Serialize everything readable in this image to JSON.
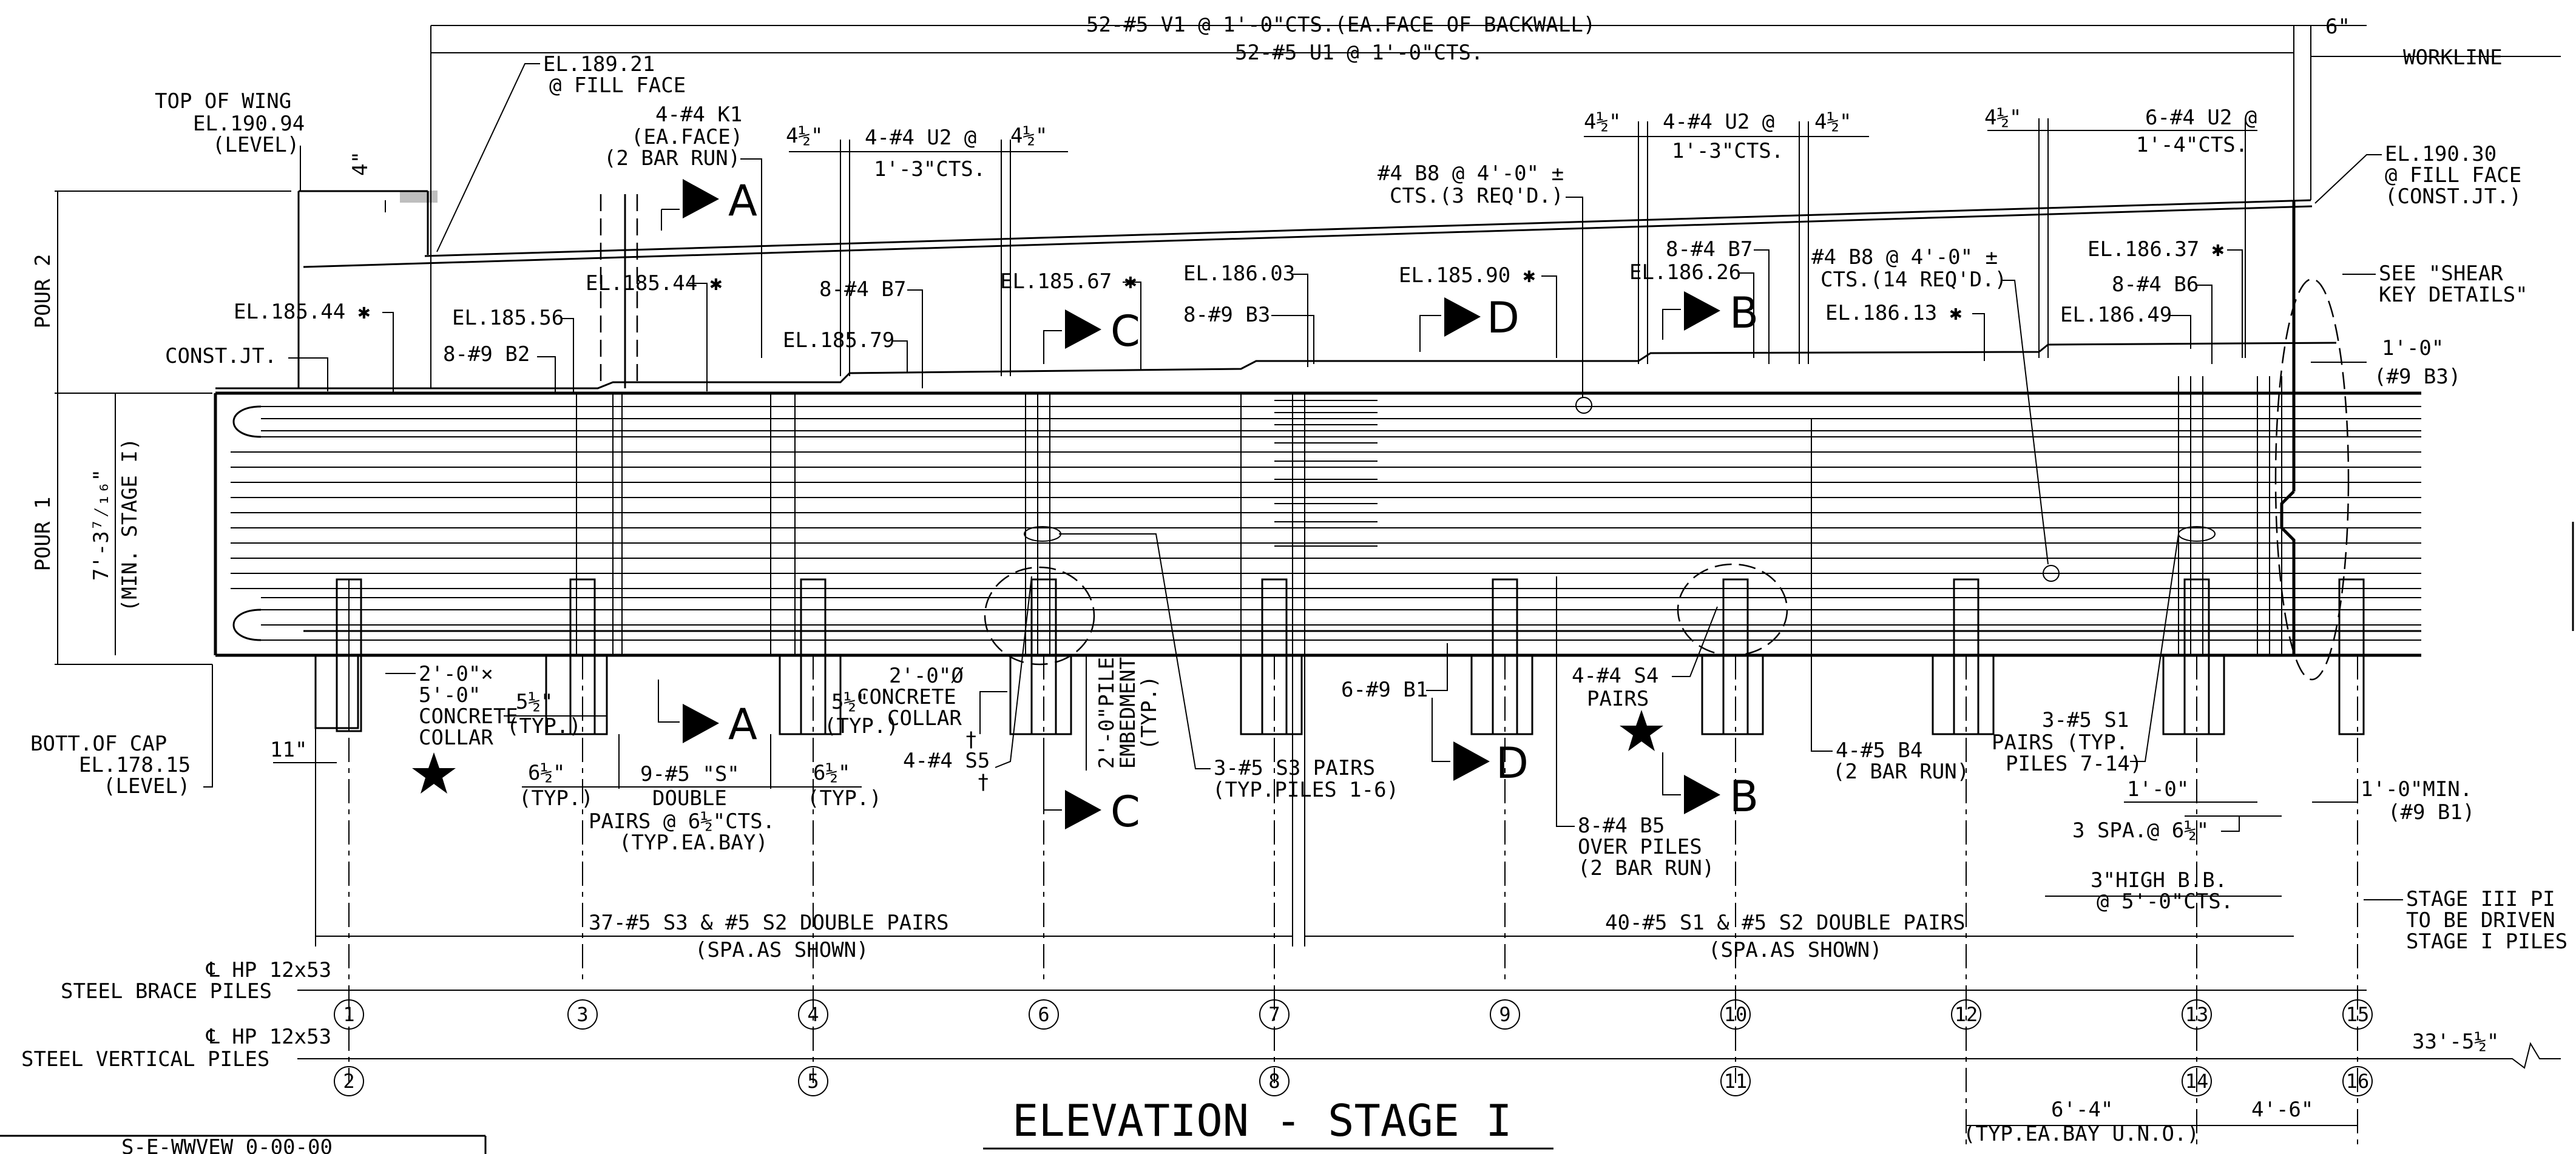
{
  "drawing": {
    "title": "ELEVATION - STAGE I",
    "pour_labels": {
      "pour2": "POUR 2",
      "pour1": "POUR 1"
    },
    "stage_dim": {
      "value": "7'-3⁷⁄₁₆\"",
      "note": "(MIN. STAGE I)"
    },
    "top_bars": {
      "v1": "52-#5 V1 @ 1'-0\"CTS.(EA.FACE OF BACKWALL)",
      "u1": "52-#5 U1 @ 1'-0\"CTS.",
      "six_in": "6\"",
      "workline": "WORKLINE"
    },
    "labels": {
      "top_wing": [
        "TOP OF WING",
        "EL.190.94",
        "(LEVEL)"
      ],
      "el18921": [
        "EL.189.21",
        "@ FILL FACE"
      ],
      "k1": [
        "4-#4 K1",
        "(EA.FACE)",
        "(2 BAR RUN)"
      ],
      "el18544_left": "EL.185.44 ✱",
      "el18556": "EL.185.56",
      "b2": "8-#9 B2",
      "const_jt": "CONST.JT.",
      "el18544_mid": "EL.185.44 ✱",
      "b7_left": "8-#4 B7",
      "el18579": "EL.185.79",
      "el18567": "EL.185.67 ✱",
      "u2_left": [
        "4-#4 U2 @",
        "1'-3\"CTS."
      ],
      "u2_left_half_a": "4½\"",
      "u2_left_half_b": "4½\"",
      "el18603": "EL.186.03",
      "b3": "8-#9 B3",
      "b8_a": [
        "#4 B8 @ 4'-0\" ±",
        "CTS.(3 REQ'D.)"
      ],
      "el18590": "EL.185.90 ✱",
      "u2_mid": [
        "4-#4 U2 @",
        "1'-3\"CTS."
      ],
      "u2_mid_half_a": "4½\"",
      "u2_mid_half_b": "4½\"",
      "b7_right": "8-#4 B7",
      "el18626": "EL.186.26",
      "b8_b": [
        "#4 B8 @ 4'-0\" ±",
        "CTS.(14 REQ'D.)"
      ],
      "el18613": "EL.186.13 ✱",
      "u2_right": [
        "6-#4 U2 @",
        "1'-4\"CTS."
      ],
      "u2_right_half": "4½\"",
      "el18637": "EL.186.37 ✱",
      "b6": "8-#4 B6",
      "el18649": "EL.186.49",
      "el19030": [
        "EL.190.30",
        "@ FILL FACE",
        "(CONST.JT.)"
      ],
      "shear_key": [
        "SEE \"SHEAR",
        "KEY DETAILS\""
      ],
      "one_ft": "1'-0\"",
      "b3_note": "(#9 B3)",
      "collar_rect": [
        "2'-0\"×",
        "5'-0\"",
        "CONCRETE",
        "COLLAR"
      ],
      "bott_cap": [
        "BOTT.OF CAP",
        "EL.178.15",
        "(LEVEL)"
      ],
      "eleven": "11\"",
      "five_half_a": "5½\"",
      "five_half_a_typ": "(TYP.)",
      "six_half_a": "6½\"",
      "six_half_a_typ": "(TYP.)",
      "s_double": [
        "9-#5 \"S\"",
        "DOUBLE"
      ],
      "pairs_note": [
        "PAIRS @ 6½\"CTS.",
        "(TYP.EA.BAY)"
      ],
      "five_half_b": "5½\"",
      "five_half_b_typ": "(TYP.)",
      "six_half_b": "6½\"",
      "six_half_b_typ": "(TYP.)",
      "collar_round": [
        "2'-0\"Ø",
        "CONCRETE",
        "COLLAR"
      ],
      "collar_dagger": "†",
      "s5": "4-#4 S5",
      "s5_dagger": "†",
      "embed": [
        "2'-0\"PILE",
        "EMBEDMENT",
        "(TYP.)"
      ],
      "s3_pairs": [
        "3-#5 S3 PAIRS",
        "(TYP.PILES 1-6)"
      ],
      "b1": "6-#9 B1",
      "b5": [
        "8-#4 B5",
        "OVER PILES",
        "(2 BAR RUN)"
      ],
      "s4": [
        "4-#4 S4",
        "PAIRS"
      ],
      "b4": [
        "4-#5 B4",
        "(2 BAR RUN)"
      ],
      "s1": [
        "3-#5 S1",
        "PAIRS (TYP.",
        "PILES 7-14)"
      ],
      "one_ft_b": "1'-0\"",
      "three_spa": "3 SPA.@ 6½\"",
      "one_ft_min": [
        "1'-0\"MIN.",
        "(#9 B1)"
      ],
      "bb": [
        "3\"HIGH B.B.",
        "@ 5'-0\"CTS."
      ],
      "s3_s2_left": "37-#5 S3 & #5 S2 DOUBLE PAIRS",
      "spa_left": "(SPA.AS SHOWN)",
      "s1_s2_right": "40-#5 S1 & #5 S2 DOUBLE PAIRS",
      "spa_right": "(SPA.AS SHOWN)",
      "stage3": [
        "STAGE III PI",
        "TO BE DRIVEN",
        "STAGE I PILES"
      ],
      "brace_piles": [
        "℄ HP 12x53",
        "STEEL BRACE PILES"
      ],
      "vertical_piles": [
        "℄ HP 12x53",
        "STEEL VERTICAL PILES"
      ],
      "dim_6_4": "6'-4\"",
      "dim_6_4_note": "(TYP.EA.BAY U.N.O.)",
      "dim_4_6": "4'-6\"",
      "dim_33": "33'-5½\"",
      "four_in": "4\""
    },
    "sections": {
      "a": "A",
      "b": "B",
      "c": "C",
      "d": "D"
    },
    "brace_bubbles": [
      "1",
      "3",
      "4",
      "6",
      "7",
      "9",
      "10",
      "12",
      "13",
      "15"
    ],
    "vertical_bubbles": [
      "2",
      "5",
      "8",
      "11",
      "14",
      "16"
    ],
    "corner_table_text": "S-E-WWVEW    0-00-00"
  }
}
